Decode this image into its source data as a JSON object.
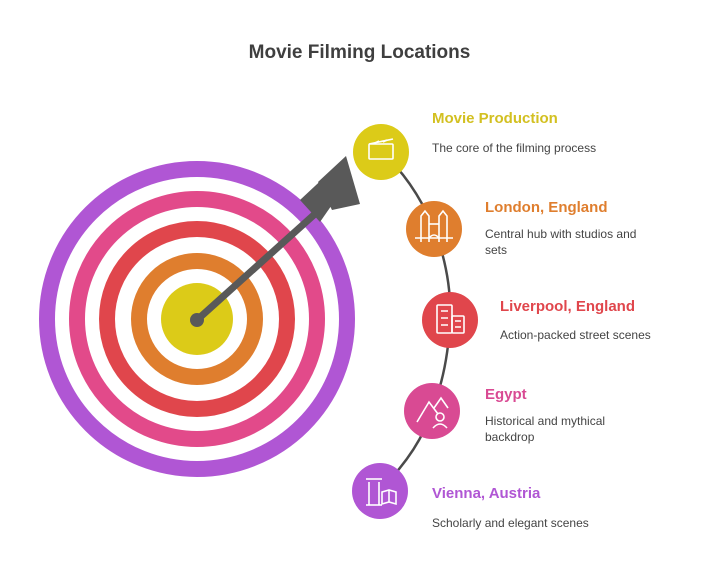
{
  "title": "Movie Filming Locations",
  "locations": [
    {
      "name": "Movie Production",
      "description": "The core of the filming process",
      "color": "#dccb18",
      "icon": "clapperboard-icon"
    },
    {
      "name": "London, England",
      "description": "Central hub with studios and sets",
      "color": "#df7e2e",
      "icon": "tower-bridge-icon"
    },
    {
      "name": "Liverpool, England",
      "description": "Action-packed street scenes",
      "color": "#e0464c",
      "icon": "buildings-icon"
    },
    {
      "name": "Egypt",
      "description": "Historical and mythical backdrop",
      "color": "#d94a93",
      "icon": "pyramid-icon"
    },
    {
      "name": "Vienna, Austria",
      "description": "Scholarly and elegant scenes",
      "color": "#b056d4",
      "icon": "column-book-icon"
    }
  ],
  "target_colors": {
    "ring_outer": "#b056d4",
    "ring_2": "#e24a8a",
    "ring_3": "#e0464c",
    "ring_4": "#df7e2e",
    "bullseye": "#dccb18",
    "arrow": "#595959",
    "connector": "#4a4a4a"
  }
}
